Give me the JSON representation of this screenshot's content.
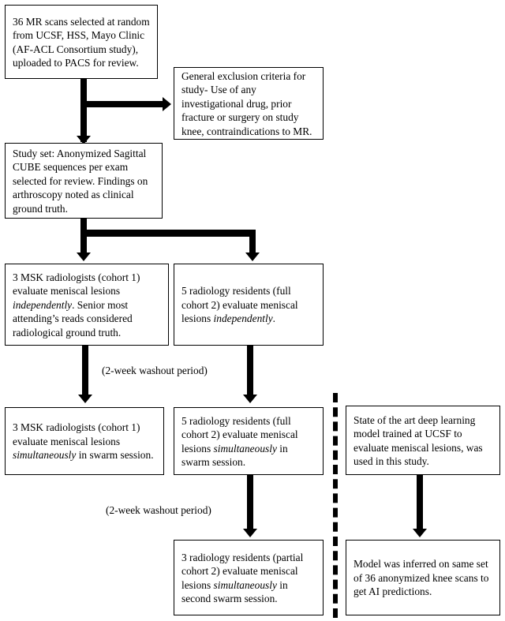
{
  "diagram": {
    "title": "Study workflow flowchart",
    "line_color": "#000000",
    "background": "#ffffff",
    "boxes": {
      "scans": "36 MR scans selected at random from UCSF, HSS, Mayo Clinic (AF-ACL Consortium study), uploaded to PACS for review.",
      "exclusion": "General exclusion criteria for study- Use of any investigational drug, prior fracture or surgery on study knee, contraindications to MR.",
      "study_set": "Study set: Anonymized Sagittal CUBE sequences per exam selected for review. Findings on arthroscopy noted as clinical ground truth.",
      "msk_independent_pre": "3 MSK radiologists (cohort 1) evaluate meniscal lesions ",
      "msk_independent_em": "independently",
      "msk_independent_post": ". Senior most attending’s reads considered radiological ground truth.",
      "residents_independent_pre": "5 radiology residents (full cohort 2) evaluate meniscal lesions ",
      "residents_independent_em": "independently",
      "residents_independent_post": ".",
      "msk_swarm_pre": "3 MSK radiologists (cohort 1) evaluate meniscal lesions ",
      "msk_swarm_em": "simultaneously",
      "msk_swarm_post": " in swarm session.",
      "residents_swarm_pre": "5 radiology residents (full cohort 2) evaluate meniscal lesions ",
      "residents_swarm_em": "simultaneously",
      "residents_swarm_post": " in swarm session.",
      "ai_model": "State of the art deep learning model trained at UCSF to evaluate meniscal lesions, was used in this study.",
      "residents_second_swarm_pre": "3 radiology residents (partial cohort 2) evaluate meniscal lesions ",
      "residents_second_swarm_em": "simultaneously",
      "residents_second_swarm_post": " in second swarm session.",
      "ai_inference": "Model was inferred on same set of 36 anonymized knee scans to get AI predictions."
    },
    "labels": {
      "washout_1": "(2-week washout period)",
      "washout_2": "(2-week washout period)"
    }
  }
}
